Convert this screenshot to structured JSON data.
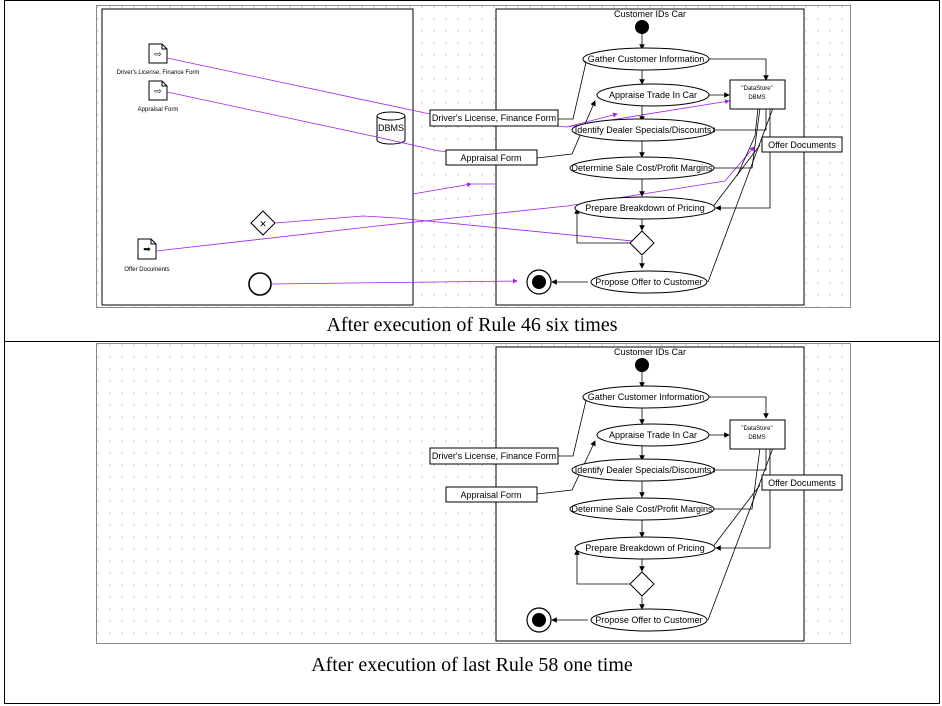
{
  "panels": [
    {
      "caption": "After execution of Rule 46 six times",
      "activity": {
        "title": "Customer IDs Car",
        "actions": [
          "Gather Customer Information",
          "Appraise Trade In Car",
          "Identify Dealer Specials/Discounts",
          "Determine Sale Cost/Profit Margins",
          "Prepare Breakdown of Pricing",
          "Propose Offer to Customer"
        ],
        "datastore": {
          "stereotype": "\"DataStore\"",
          "name": "DBMS"
        },
        "objects": [
          "Driver's License, Finance Form",
          "Appraisal Form",
          "Offer Documents"
        ]
      },
      "bpmn": {
        "data_objects": [
          "Driver's License, Finance Form",
          "Appraisal Form",
          "Offer Documents"
        ],
        "datastore": "DBMS"
      }
    },
    {
      "caption": "After execution of last Rule 58 one time",
      "activity": {
        "title": "Customer IDs Car",
        "actions": [
          "Gather Customer Information",
          "Appraise Trade In Car",
          "Identify Dealer Specials/Discounts",
          "Determine Sale Cost/Profit Margins",
          "Prepare Breakdown of Pricing",
          "Propose Offer to Customer"
        ],
        "datastore": {
          "stereotype": "\"DataStore\"",
          "name": "DBMS"
        },
        "objects": [
          "Driver's License, Finance Form",
          "Appraisal Form",
          "Offer Documents"
        ]
      }
    }
  ]
}
